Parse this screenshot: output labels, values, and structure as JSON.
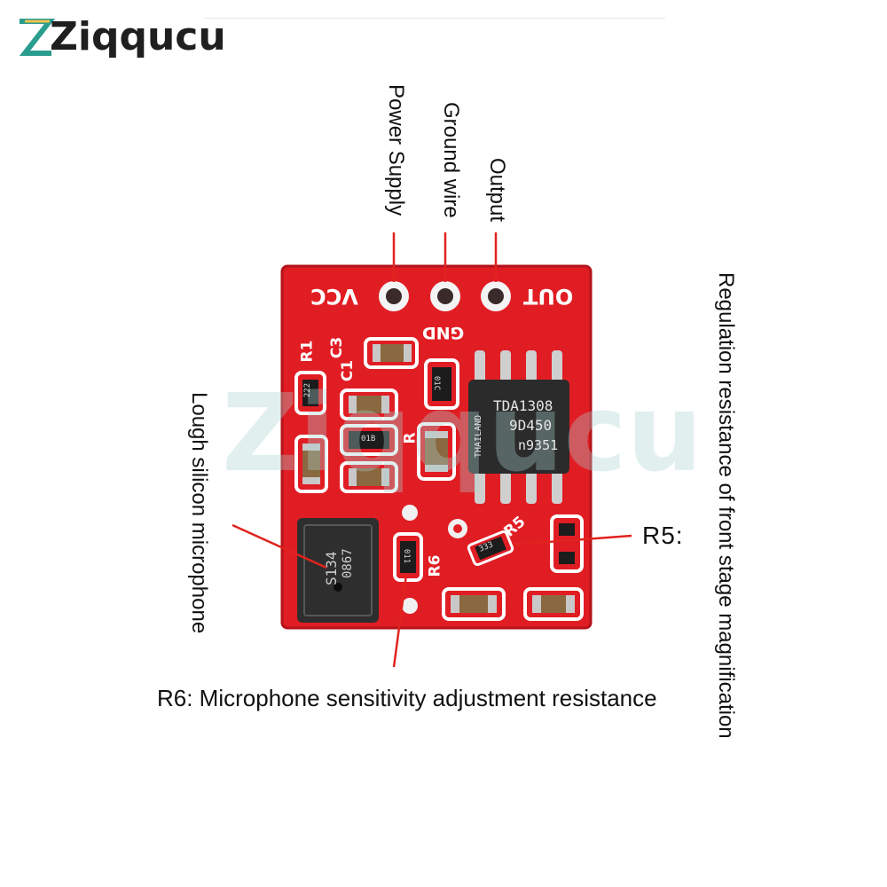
{
  "brand": {
    "name": "Ziqqucu"
  },
  "watermark": "Ziqqucu",
  "labels": {
    "power_supply": "Power Supply",
    "ground_wire": "Ground wire",
    "output": "Output",
    "regulation": "Regulation resistance of front stage magnification",
    "microphone": "Lough silicon microphone",
    "r6": "R6: Microphone sensitivity adjustment resistance",
    "r5": "R5:"
  },
  "board": {
    "vcc": "VCC",
    "gnd": "GND",
    "out": "OUT",
    "r1": "R1",
    "c3": "C3",
    "c1": "C1",
    "r_label": "R",
    "r5_silk": "R5",
    "r6_silk": "R6",
    "chip_line1": "TDA1308",
    "chip_line2": "9D450",
    "chip_line3": "n9351",
    "chip_side": "THAILAND",
    "mic_line1": "S134",
    "mic_line2": "0867",
    "code_222": "222",
    "code_333": "333",
    "code_01c": "01C",
    "code_01b": "01B",
    "code_011": "011"
  },
  "colors": {
    "pcb": "#e11d24",
    "pcb_dark": "#b5121a",
    "silkscreen": "#ffffff",
    "annotation_line": "#e0231f",
    "chip": "#2b2b2b",
    "pad_metal": "#c8c8c8",
    "component_body": "#7a5a3a"
  }
}
